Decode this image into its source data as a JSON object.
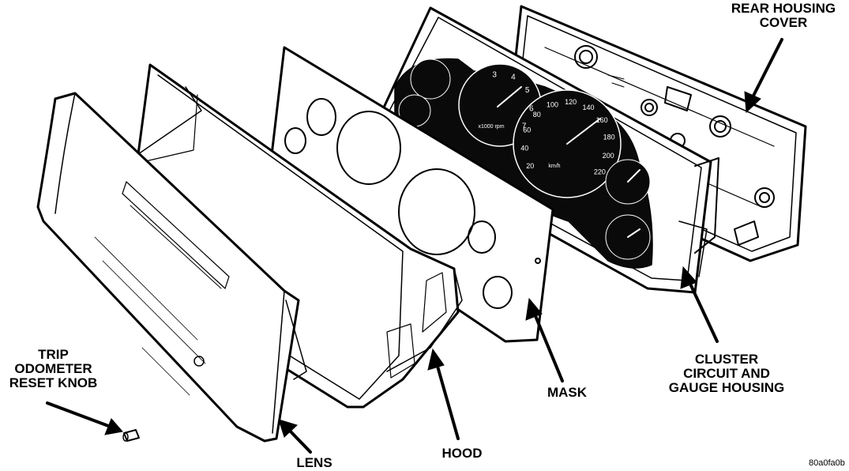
{
  "labels": {
    "rear_housing_cover": [
      "REAR HOUSING",
      "COVER"
    ],
    "cluster": [
      "CLUSTER",
      "CIRCUIT AND",
      "GAUGE HOUSING"
    ],
    "mask": "MASK",
    "hood": "HOOD",
    "lens": "LENS",
    "trip_knob": [
      "TRIP",
      "ODOMETER",
      "RESET KNOB"
    ]
  },
  "gauges": {
    "tach_numbers": [
      "3",
      "4",
      "5",
      "6",
      "7"
    ],
    "tach_unit": "x1000 rpm",
    "speedo_numbers": [
      "20",
      "40",
      "60",
      "80",
      "100",
      "120",
      "140",
      "160",
      "180",
      "200",
      "220"
    ],
    "speedo_unit": "km/h"
  },
  "figure_code": "80a0fa0b",
  "colors": {
    "ink": "#000000",
    "paper": "#ffffff",
    "dial": "#0a0a0a"
  }
}
